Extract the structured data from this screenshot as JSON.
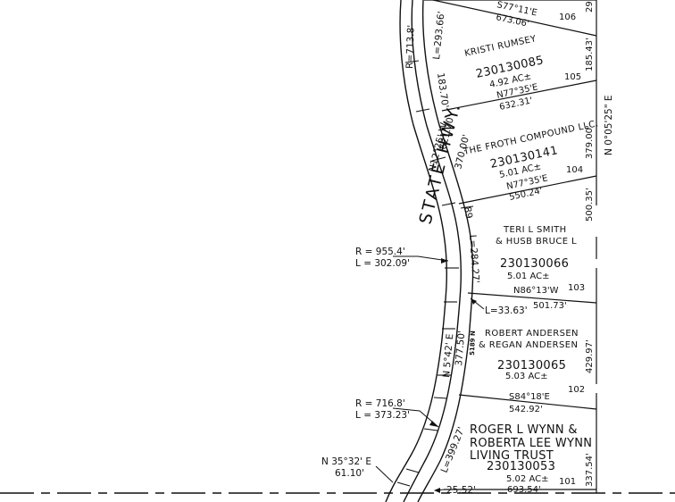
{
  "highway": {
    "name": "STATE HWY."
  },
  "road": {
    "curve_top_radius": "R=713.8'",
    "curve_top_length": "L=293.66'",
    "seg_1": "183.70'",
    "tangent_bearing": "N12°25' W",
    "tangent_distance": "621.70'",
    "seg_2": "370.00'",
    "seg_3": "89",
    "curve_mid_length": "L=284.27'",
    "curve_mid_radius_note": "R = 955.4'",
    "curve_mid_length_note": "L = 302.09'",
    "short_arc": "L=33.63'",
    "lower_bearing": "N 5°42' E",
    "lower_distance": "377.50'",
    "book_ref": "5189 N",
    "curve_low_radius_note": "R = 716.8'",
    "curve_low_length_note": "L = 373.23'",
    "curve_low_length": "L=399.27'",
    "bottom_bearing": "N 35°32' E",
    "bottom_distance": "61.10'",
    "bottom_offset": "25.52'"
  },
  "east_line": {
    "bearing": "N 0°05'25\" E"
  },
  "parcels": [
    {
      "lot": "106",
      "bearing": "S77°11'E",
      "distance": "673.06'",
      "east_dim": "29"
    },
    {
      "lot": "105",
      "owner_line1": "KRISTI RUMSEY",
      "parcel_id": "230130085",
      "acres": "4.92 AC±",
      "bearing": "N77°35'E",
      "distance": "632.31'",
      "east_dim": "185.43'"
    },
    {
      "lot": "104",
      "owner_line1": "THE FROTH COMPOUND LLC.",
      "parcel_id": "230130141",
      "acres": "5.01 AC±",
      "bearing": "N77°35'E",
      "distance": "550.24'",
      "east_dim": "379.00'"
    },
    {
      "lot": "103",
      "owner_line1": "TERI L SMITH",
      "owner_line2": "& HUSB BRUCE L",
      "parcel_id": "230130066",
      "acres": "5.01 AC±",
      "bearing": "N86°13'W",
      "distance": "501.73'",
      "east_dim": "500.35'"
    },
    {
      "lot": "102",
      "owner_line1": "ROBERT ANDERSEN",
      "owner_line2": "& REGAN ANDERSEN",
      "parcel_id": "230130065",
      "acres": "5.03 AC±",
      "bearing": "S84°18'E",
      "distance": "542.92'",
      "east_dim": "429.97'"
    },
    {
      "lot": "101",
      "owner_line1": "ROGER L WYNN &",
      "owner_line2": "ROBERTA LEE WYNN",
      "owner_line3": "LIVING TRUST",
      "parcel_id": "230130053",
      "acres": "5.02 AC±",
      "distance": "693.54'",
      "east_dim": "337.54'"
    }
  ]
}
